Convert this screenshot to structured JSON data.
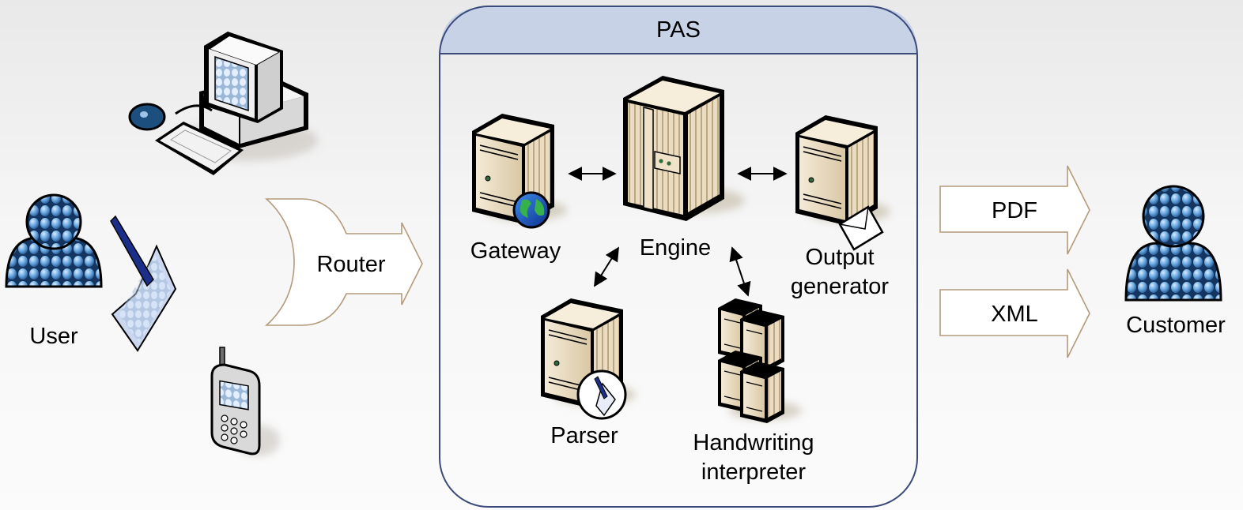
{
  "pas": {
    "title": "PAS"
  },
  "left": {
    "user_label": "User",
    "router_label": "Router"
  },
  "servers": {
    "gateway": "Gateway",
    "engine": "Engine",
    "output_line1": "Output",
    "output_line2": "generator",
    "parser": "Parser",
    "hand_line1": "Handwriting",
    "hand_line2": "interpreter"
  },
  "outputs": {
    "pdf": "PDF",
    "xml": "XML"
  },
  "right": {
    "customer_label": "Customer"
  },
  "icons": {
    "user": "user-icon",
    "desktop": "desktop-computer-icon",
    "pen_tablet": "pen-tablet-icon",
    "mobile": "mobile-phone-icon",
    "server": "server-icon",
    "globe": "globe-icon",
    "envelope": "envelope-icon",
    "pen_badge": "pen-badge-icon",
    "cluster": "server-cluster-icon",
    "customer": "customer-icon"
  },
  "colors": {
    "pas_border": "#3a4a7a",
    "pas_header": "#c7d2e6",
    "arrow_outline": "#b49a7a",
    "server_body": "#efe2c8",
    "person_fill": "#3d7cc0"
  }
}
